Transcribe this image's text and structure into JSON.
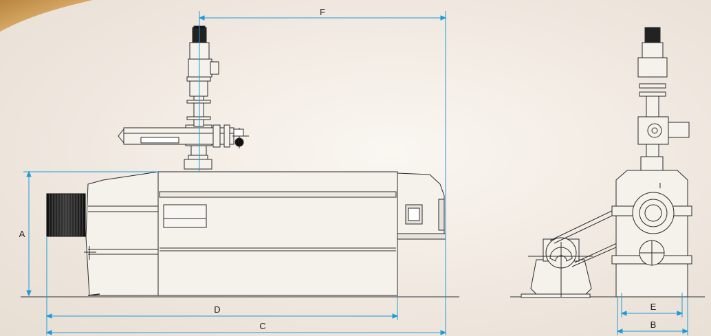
{
  "dimensions": {
    "A": "A",
    "B": "B",
    "C": "C",
    "D": "D",
    "E": "E",
    "F": "F"
  },
  "colors": {
    "dimension_line": "#1e9bd7",
    "drawing_line": "#2a2a2a",
    "machine_fill": "#f4f0ea",
    "pulley_dark": "#1a1a1a",
    "wood_corner": "#c99a55"
  }
}
